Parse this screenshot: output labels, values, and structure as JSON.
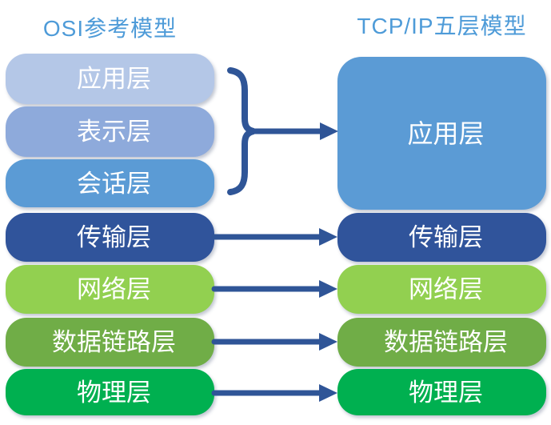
{
  "titles": {
    "left": "OSI参考模型",
    "right": "TCP/IP五层模型",
    "color": "#4E9BD8"
  },
  "osi_model": {
    "layers": [
      {
        "label": "应用层",
        "color": "#B4C7E7"
      },
      {
        "label": "表示层",
        "color": "#8EAADB"
      },
      {
        "label": "会话层",
        "color": "#5B9BD5"
      },
      {
        "label": "传输层",
        "color": "#30549B"
      },
      {
        "label": "网络层",
        "color": "#92D050"
      },
      {
        "label": "数据链路层",
        "color": "#70AD47"
      },
      {
        "label": "物理层",
        "color": "#00B050"
      }
    ]
  },
  "tcpip_model": {
    "layers": [
      {
        "label": "应用层",
        "color": "#5B9BD5"
      },
      {
        "label": "传输层",
        "color": "#30549B"
      },
      {
        "label": "网络层",
        "color": "#92D050"
      },
      {
        "label": "数据链路层",
        "color": "#70AD47"
      },
      {
        "label": "物理层",
        "color": "#00B050"
      }
    ]
  },
  "connectors": {
    "color": "#2F5597",
    "text_color": "#FFFFFF",
    "background": "#FFFFFF",
    "mappings": [
      "应用层+表示层+会话层 → 应用层",
      "传输层 → 传输层",
      "网络层 → 网络层",
      "数据链路层 → 数据链路层",
      "物理层 → 物理层"
    ]
  }
}
